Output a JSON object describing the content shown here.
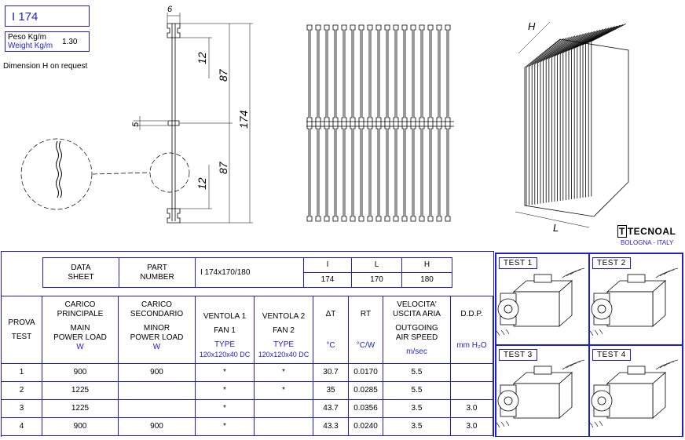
{
  "header": {
    "title": "I 174",
    "weight_label_it": "Peso Kg/m",
    "weight_label_en": "Weight Kg/m",
    "weight_value": "1.30",
    "note": "Dimension H on request"
  },
  "drawing": {
    "dim_top": "6",
    "dim_12_top": "12",
    "dim_87_top": "87",
    "dim_174": "174",
    "dim_5": "5",
    "dim_87_bottom": "87",
    "dim_12_bottom": "12",
    "iso_h": "H",
    "iso_l": "L"
  },
  "logo": {
    "name": "TECNOAL",
    "city": "BOLOGNA - ITALY"
  },
  "spec": {
    "data_sheet_it": "DATA",
    "data_sheet_en": "SHEET",
    "part_it": "PART",
    "part_en": "NUMBER",
    "part_number": "I 174x170/180",
    "col_i": "I",
    "col_l": "L",
    "col_h": "H",
    "val_i": "174",
    "val_l": "170",
    "val_h": "180"
  },
  "headers": {
    "prova": "PROVA",
    "test": "TEST",
    "main_it_1": "CARICO",
    "main_it_2": "PRINCIPALE",
    "main_en_1": "MAIN",
    "main_en_2": "POWER LOAD",
    "main_unit": "W",
    "minor_it_1": "CARICO",
    "minor_it_2": "SECONDARIO",
    "minor_en_1": "MINOR",
    "minor_en_2": "POWER LOAD",
    "minor_unit": "W",
    "fan1_it": "VENTOLA 1",
    "fan1_en": "FAN 1",
    "fan1_type": "TYPE",
    "fan1_size": "120x120x40 DC",
    "fan2_it": "VENTOLA 2",
    "fan2_en": "FAN 2",
    "fan2_type": "TYPE",
    "fan2_size": "120x120x40 DC",
    "dt": "ΔT",
    "dt_unit": "°C",
    "rt": "RT",
    "rt_unit": "°C/W",
    "speed_it_1": "VELOCITA'",
    "speed_it_2": "USCITA ARIA",
    "speed_en_1": "OUTGOING",
    "speed_en_2": "AIR SPEED",
    "speed_unit": "m/sec",
    "ddp": "D.D.P.",
    "ddp_unit": "mm H₂O"
  },
  "rows": [
    {
      "n": "1",
      "main": "900",
      "minor": "900",
      "fan1": "*",
      "fan2": "*",
      "dt": "30.7",
      "rt": "0.0170",
      "speed": "5.5",
      "ddp": ""
    },
    {
      "n": "2",
      "main": "1225",
      "minor": "",
      "fan1": "*",
      "fan2": "*",
      "dt": "35",
      "rt": "0.0285",
      "speed": "5.5",
      "ddp": ""
    },
    {
      "n": "3",
      "main": "1225",
      "minor": "",
      "fan1": "*",
      "fan2": "",
      "dt": "43.7",
      "rt": "0.0356",
      "speed": "3.5",
      "ddp": "3.0"
    },
    {
      "n": "4",
      "main": "900",
      "minor": "900",
      "fan1": "*",
      "fan2": "",
      "dt": "43.3",
      "rt": "0.0240",
      "speed": "3.5",
      "ddp": "3.0"
    }
  ],
  "tests": {
    "t1": "TEST  1",
    "t2": "TEST  2",
    "t3": "TEST  3",
    "t4": "TEST  4"
  }
}
